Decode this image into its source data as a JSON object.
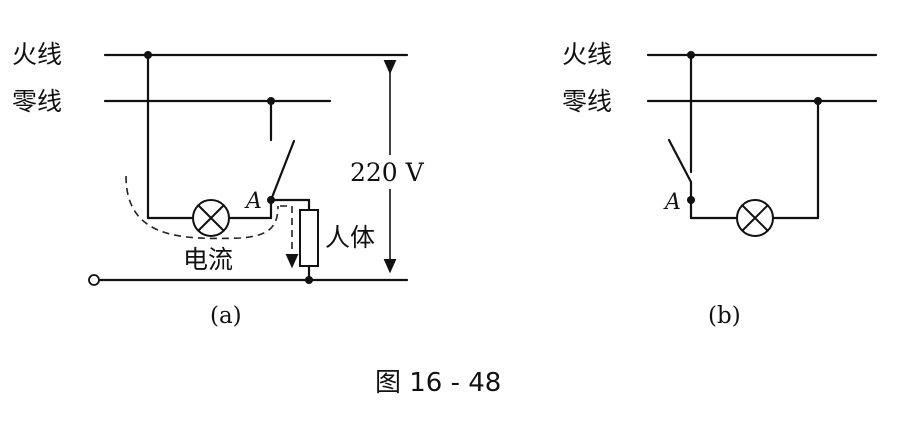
{
  "diagram_a": {
    "live_wire_label": "火线",
    "neutral_wire_label": "零线",
    "voltage_label": "220 V",
    "node_label": "A",
    "body_label": "人体",
    "current_label": "电流",
    "caption": "(a)"
  },
  "diagram_b": {
    "live_wire_label": "火线",
    "neutral_wire_label": "零线",
    "node_label": "A",
    "caption": "(b)"
  },
  "figure_caption": "图 16 - 48"
}
